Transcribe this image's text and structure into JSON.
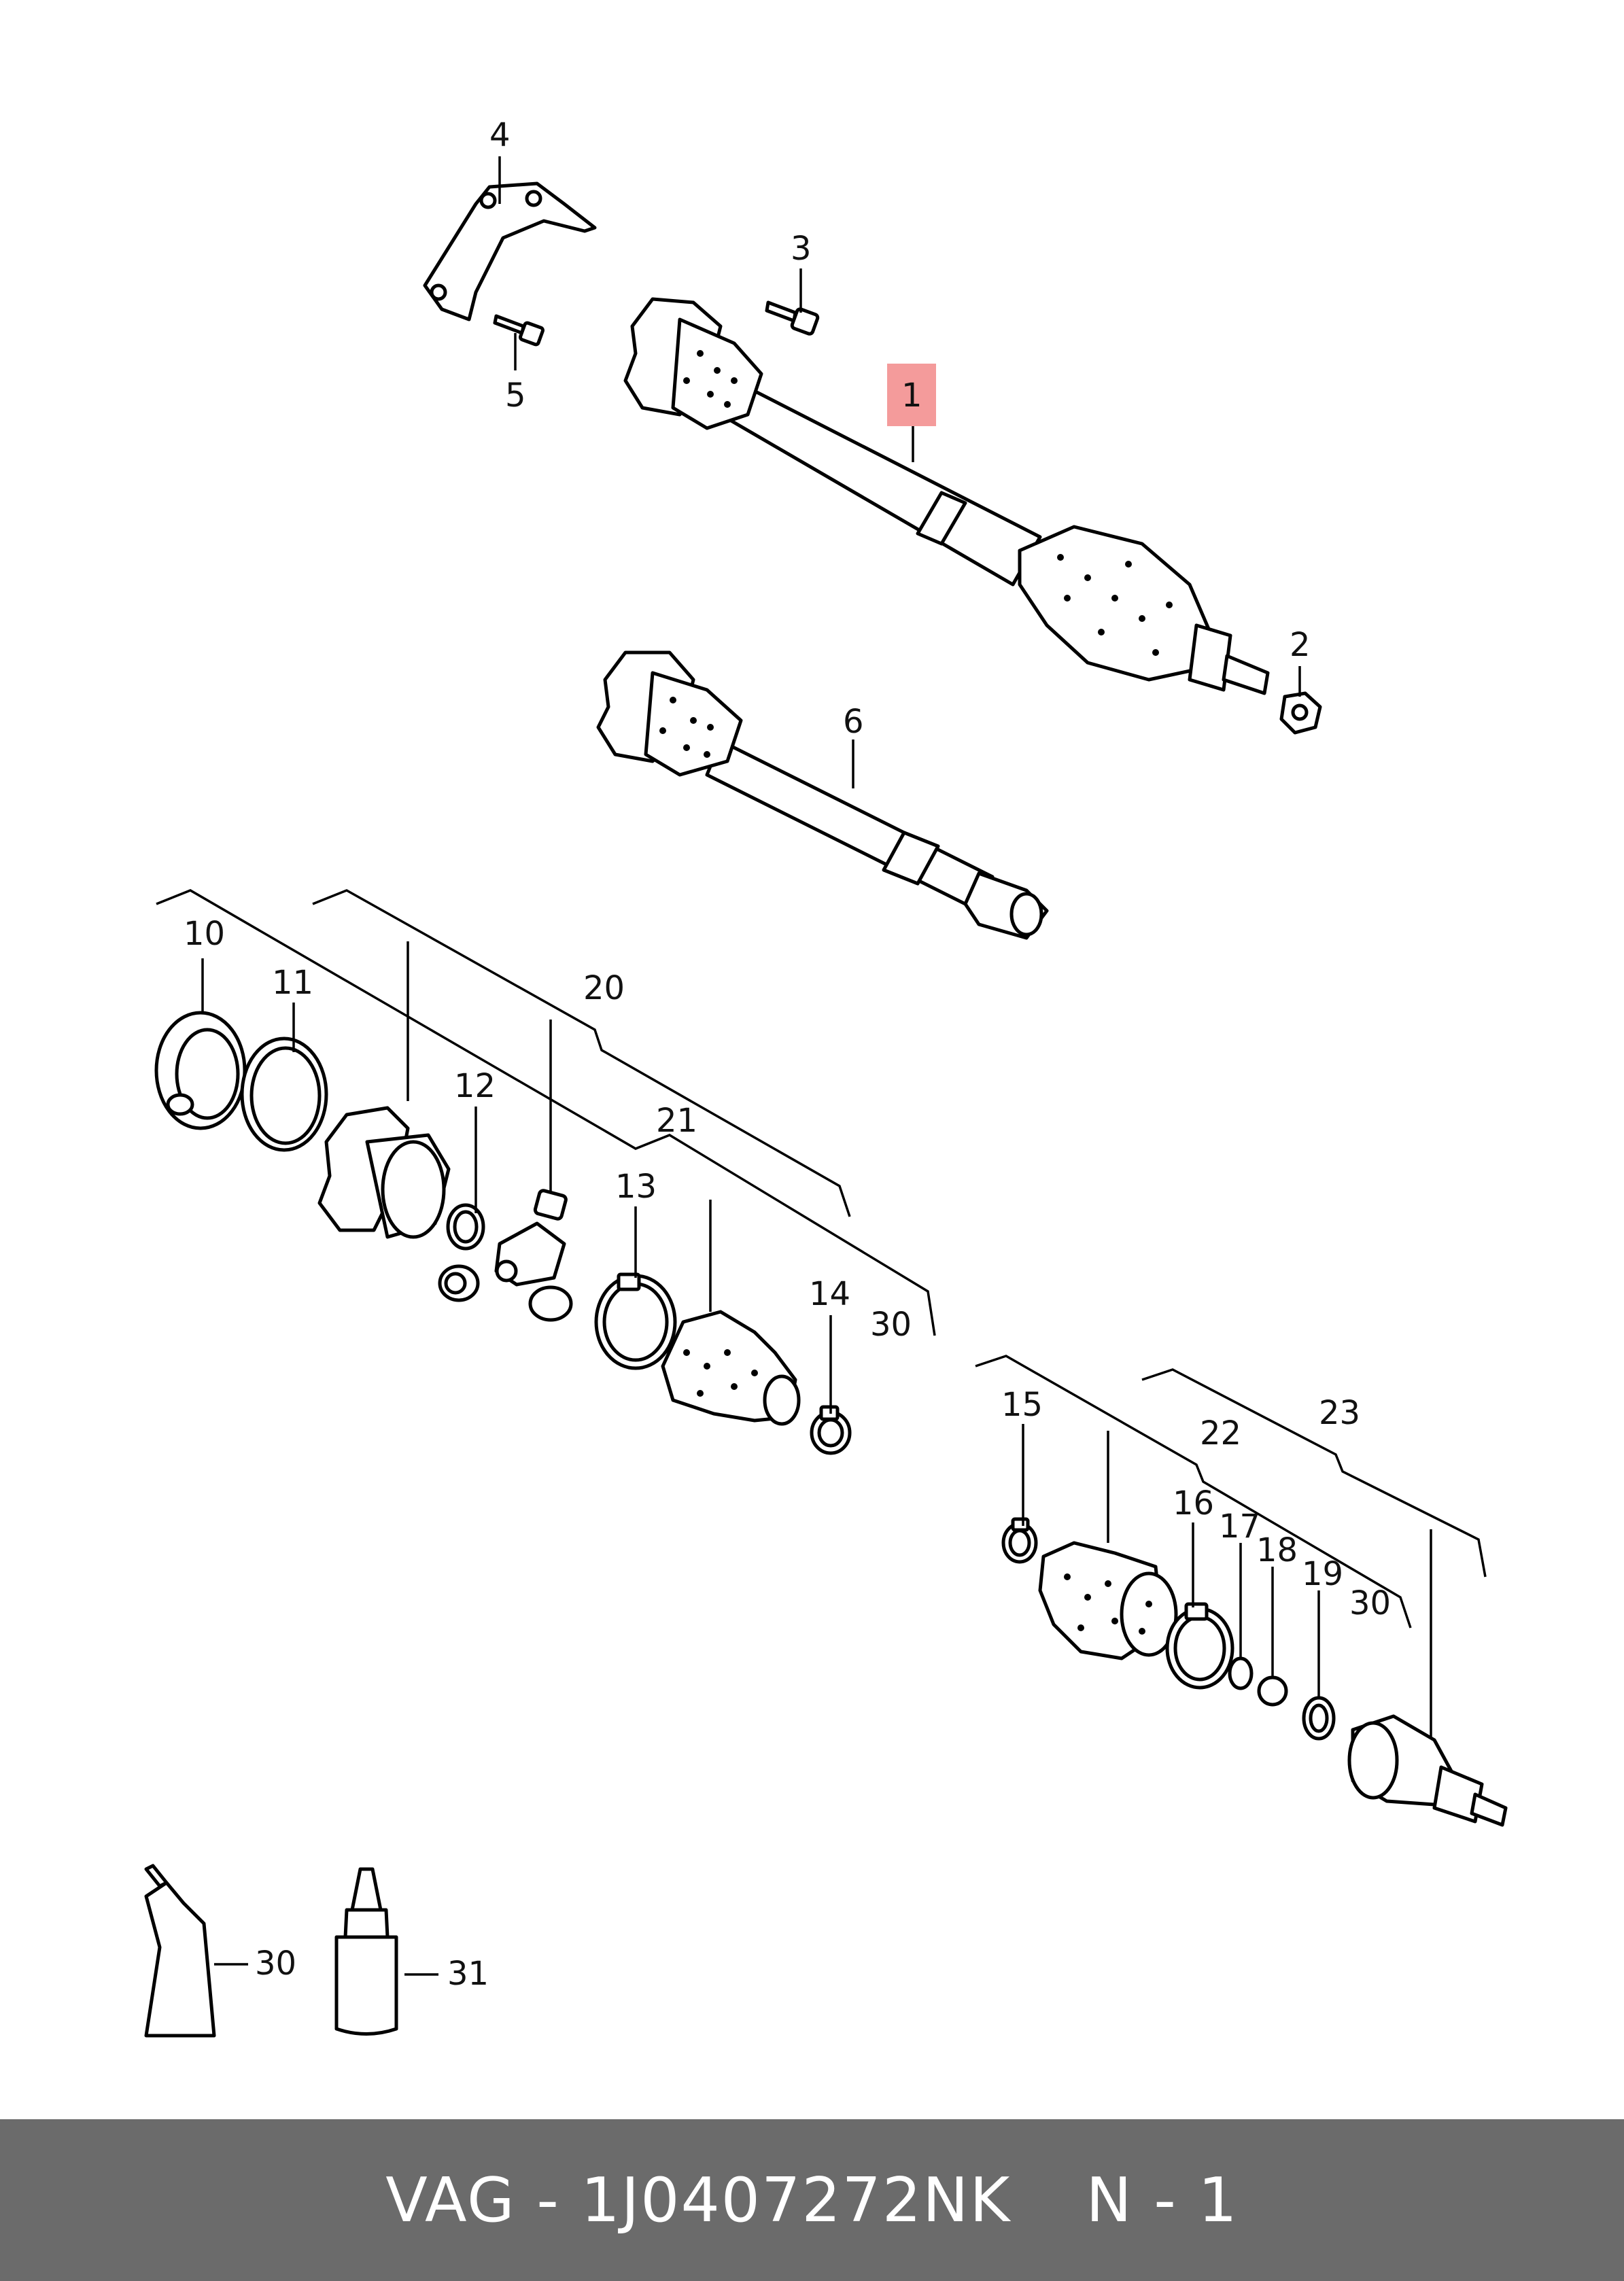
{
  "callouts": {
    "c1": "1",
    "c2": "2",
    "c3": "3",
    "c4": "4",
    "c5": "5",
    "c6": "6",
    "c10": "10",
    "c11": "11",
    "c12": "12",
    "c13": "13",
    "c14": "14",
    "c15": "15",
    "c16": "16",
    "c17": "17",
    "c18": "18",
    "c19": "19",
    "c20": "20",
    "c21": "21",
    "c22": "22",
    "c23": "23",
    "c30a": "30",
    "c30b": "30",
    "c30c": "30",
    "c31": "31"
  },
  "highlight_color": "#f49b9b",
  "footer": {
    "part_number": "VAG - 1J0407272NK",
    "page": "N - 1"
  }
}
